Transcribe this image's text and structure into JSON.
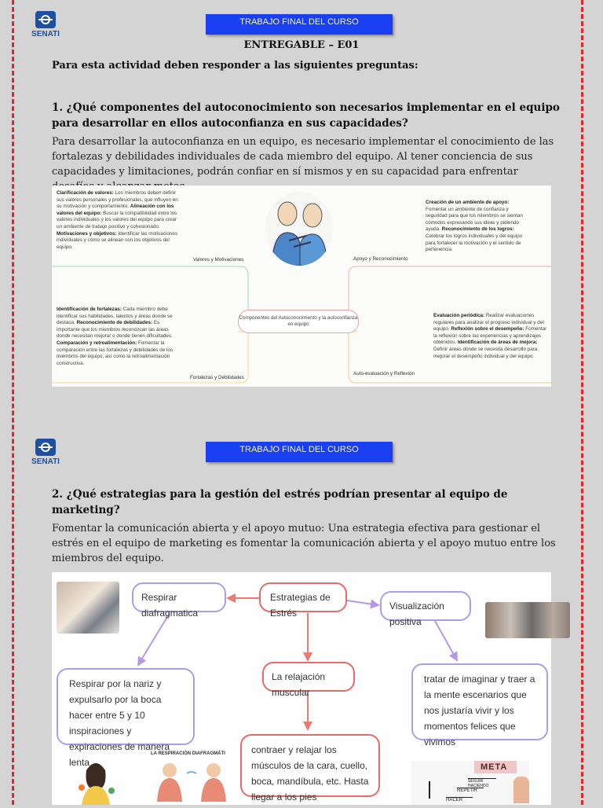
{
  "header": {
    "logo_text": "SENATI",
    "banner": "TRABAJO FINAL DEL CURSO",
    "subtitle": "ENTREGABLE – E01"
  },
  "intro": "Para esta actividad deben responder a las siguientes preguntas:",
  "q1": {
    "question": "1. ¿Qué componentes del autoconocimiento son necesarios implementar en el equipo para desarrollar en ellos autoconfianza en sus capacidades?",
    "answer": "Para desarrollar la autoconfianza en un equipo, es necesario implementar el conocimiento de las fortalezas y debilidades individuales de cada miembro del equipo. Al tener conciencia de sus capacidades y limitaciones, podrán confiar en sí mismos y en su capacidad para enfrentar desafíos y alcanzar metas."
  },
  "mindmap1": {
    "center": "Componentes del Autoconocimiento y la autoconfianza en equipo",
    "branches": {
      "tl_label": "Valores y Motivaciones",
      "tr_label": "Apoyo y Reconocimiento",
      "bl_label": "Fortalezas y Debilidades",
      "br_label": "Auto-evaluación y Reflexión"
    },
    "tl": [
      {
        "h": "Clarificación de valores:",
        "t": " Los miembros deben definir sus valores personales y profesionales, que influyen en su motivación y comportamiento."
      },
      {
        "h": "Alineación con los valores del equipo:",
        "t": " Buscar la compatibilidad entre los valores individuales y los valores del equipo para crear un ambiente de trabajo positivo y cohesionado."
      },
      {
        "h": "Motivaciones y objetivos:",
        "t": " Identificar las motivaciones individuales y cómo se alinean con los objetivos del equipo."
      }
    ],
    "tr": [
      {
        "h": "Creación de un ambiente de apoyo:",
        "t": " Fomentar un ambiente de confianza y seguridad para que los miembros se sientan cómodos expresando sus ideas y pidiendo ayuda."
      },
      {
        "h": "Reconocimiento de los logros:",
        "t": " Celebrar los logros individuales y del equipo para fortalecer la motivación y el sentido de pertenencia."
      }
    ],
    "bl": [
      {
        "h": "Identificación de fortalezas:",
        "t": " Cada miembro debe identificar sus habilidades, talentos y áreas donde se destaca."
      },
      {
        "h": "Reconocimiento de debilidades:",
        "t": " Es importante que los miembros reconozcan las áreas donde necesitan mejorar o donde tienen dificultades."
      },
      {
        "h": "Comparación y retroalimentación:",
        "t": " Fomentar la comparación entre las fortalezas y debilidades de los miembros del equipo, así como la retroalimentación constructiva."
      }
    ],
    "br": [
      {
        "h": "Evaluación periódica:",
        "t": " Realizar evaluaciones regulares para analizar el progreso individual y del equipo."
      },
      {
        "h": "Reflexión sobre el desempeño:",
        "t": " Fomentar la reflexión sobre las experiencias y aprendizajes obtenidos."
      },
      {
        "h": "Identificación de áreas de mejora:",
        "t": " Definir áreas donde se necesita desarrollo para mejorar el desempeño individual y del equipo."
      }
    ]
  },
  "q2": {
    "question": "2. ¿Qué estrategias para la gestión del estrés podrían presentar al equipo de marketing?",
    "answer": "Fomentar la comunicación abierta y el apoyo mutuo: Una estrategia efectiva para gestionar el estrés en el equipo de marketing es fomentar la comunicación abierta y el apoyo mutuo entre los miembros del equipo."
  },
  "diagram2": {
    "center": "Estrategias de Estrés",
    "left": "Respirar diafragmatica",
    "right": "Visualización positiva",
    "middle": "La relajación muscular",
    "left_detail": "Respirar por la nariz y expulsarlo por la boca hacer entre 5 y 10 inspiraciones y expiraciones de manera lenta",
    "right_detail": "tratar de imaginar y traer a la mente escenarios que nos justaría vivir y los momentos felices que vivimos",
    "middle_detail": "contraer y relajar los músculos de la cara, cuello, boca, mandíbula, etc. Hasta llegar a los pies",
    "breath_caption": "LA RESPIRACIÓN DIAFRAGMÁTI",
    "meta_title": "META",
    "meta_steps": [
      "SEGUIR HACIENDO",
      "REPETIR",
      "HACER"
    ]
  },
  "colors": {
    "banner": "#1a3ff0",
    "border": "#e8242a",
    "box_blue": "#a7a0ea",
    "box_red": "#e86b68"
  }
}
